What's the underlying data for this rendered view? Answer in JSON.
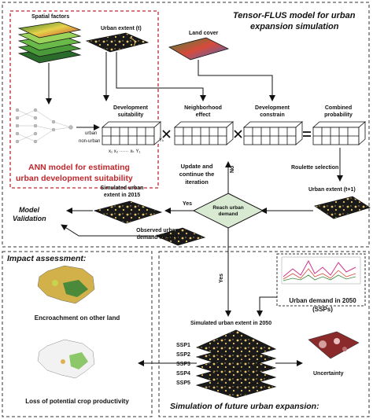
{
  "top_panel": {
    "title_line1": "Tensor-FLUS model for urban",
    "title_line2": "expansion simulation",
    "spatial_factors": "Spatial factors",
    "urban_extent_t": "Urban extent (t)",
    "land_cover": "Land cover",
    "development_suitability_1": "Development",
    "development_suitability_2": "suitability",
    "neighborhood_effect_1": "Neighborhood",
    "neighborhood_effect_2": "effect",
    "development_constrain_1": "Development",
    "development_constrain_2": "constrain",
    "combined_probability_1": "Combined",
    "combined_probability_2": "probability",
    "urban_label": "urban",
    "non_urban_label": "non-urban",
    "x_labels": "x₁  x₂  ······  xₖ  Y₁",
    "y_label": "Yₖ",
    "ann_line1": "ANN model for estimating",
    "ann_line2": "urban development suitability",
    "roulette": "Roulette selection",
    "urban_extent_t1": "Urban extent (t+1)",
    "update_line1": "Update and",
    "update_line2": "continue the",
    "update_line3": "iteration",
    "no_label": "No",
    "reach_line1": "Reach urban",
    "reach_line2": "demand",
    "yes_left": "Yes",
    "simulated_2015_line1": "Simulated urban",
    "simulated_2015_line2": "extent in 2015",
    "model_validation_line1": "Model",
    "model_validation_line2": "Validation",
    "observed_line1": "Observed urban",
    "observed_line2": "demand in 2015",
    "yes_down": "Yes"
  },
  "impact_panel": {
    "title": "Impact assessment:",
    "encroachment": "Encroachment on other land",
    "loss_crop": "Loss of potential crop productivity"
  },
  "future_panel": {
    "urban_demand_line1": "Urban demand in 2050",
    "urban_demand_line2": "(SSPs)",
    "simulated_2050": "Simulated urban extent in 2050",
    "ssp_labels": [
      "SSP1",
      "SSP2",
      "SSP3",
      "SSP4",
      "SSP5"
    ],
    "uncertainty": "Uncertainty",
    "title": "Simulation of future urban expansion:"
  },
  "colors": {
    "red_dashed": "#c0272d",
    "diamond_fill": "#d9ead3",
    "urban_map_bg": "#1a1a1a",
    "urban_map_fg": "#e8c46a"
  }
}
